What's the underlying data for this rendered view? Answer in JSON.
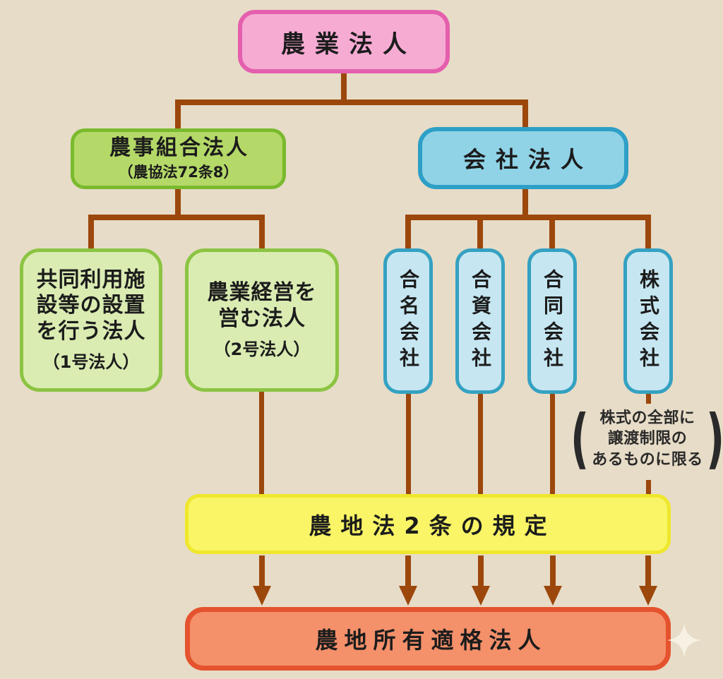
{
  "diagram": {
    "root": {
      "label": "農業法人"
    },
    "coop": {
      "label": "農事組合法人",
      "note": "（農協法72条8）"
    },
    "company": {
      "label": "会社法人"
    },
    "coop_children": [
      {
        "lines": [
          "共同利用施",
          "設等の設置",
          "を行う法人"
        ],
        "note": "（1号法人）"
      },
      {
        "lines": [
          "農業経営を",
          "営む法人"
        ],
        "note": "（2号法人）"
      }
    ],
    "company_children": [
      {
        "label": "合名会社"
      },
      {
        "label": "合資会社"
      },
      {
        "label": "合同会社"
      },
      {
        "label": "株式会社"
      }
    ],
    "kabushiki_note": {
      "open_paren": "(",
      "lines": [
        "株式の全部に",
        "譲渡制限の",
        "あるものに限る"
      ],
      "close_paren": ")"
    },
    "law": {
      "label": "農地法2条の規定"
    },
    "result": {
      "label": "農地所有適格法人"
    }
  },
  "colors": {
    "background": "#e7dcc7",
    "connector_line": "#9c470c",
    "root_fill": "#f6abd3",
    "root_border": "#e45fae",
    "coop_fill": "#b4d968",
    "coop_border": "#7aba2e",
    "coop_child_fill": "#daecb2",
    "coop_child_border": "#8cc442",
    "company_fill": "#90d3e7",
    "company_border": "#2e9fc6",
    "company_child_fill": "#c6e7f2",
    "company_child_border": "#35a1c1",
    "law_fill": "#f9f566",
    "law_border": "#efe72b",
    "result_fill": "#f4906a",
    "result_border": "#e5532e",
    "sparkle": "#f7f1e4"
  },
  "icons": {
    "sparkle": "sparkle-icon"
  }
}
